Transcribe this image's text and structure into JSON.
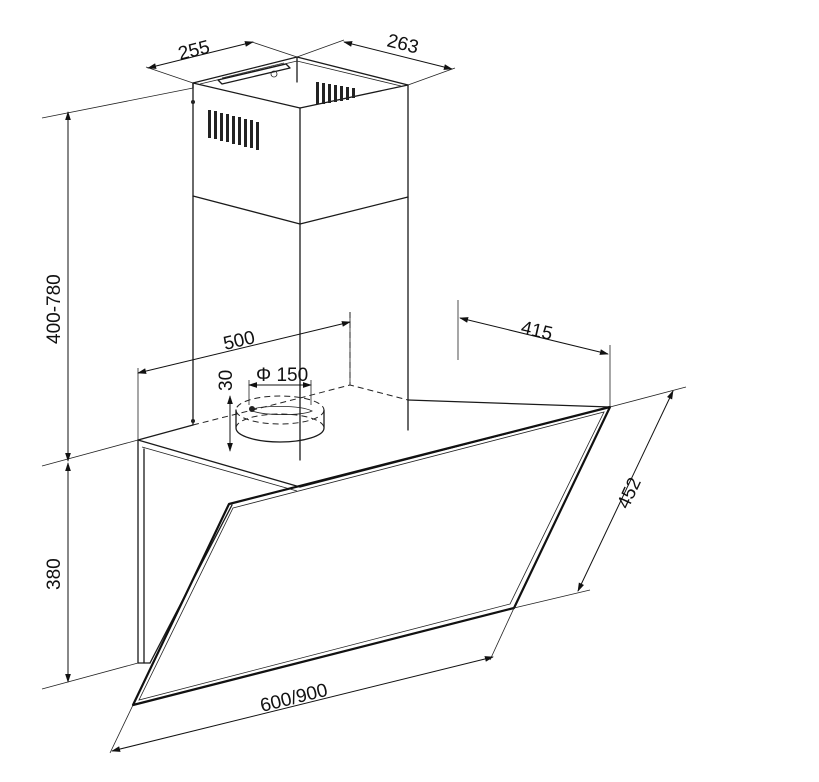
{
  "diagram": {
    "subject": "chimney range hood",
    "dimensions": {
      "chimney_width": "255",
      "chimney_depth": "263",
      "chimney_height": "400-780",
      "canopy_depth": "500",
      "hood_depth": "415",
      "duct_diameter": "Φ 150",
      "collar_height": "30",
      "glass_height": "452",
      "hood_height": "380",
      "hood_width": "600/900"
    }
  }
}
